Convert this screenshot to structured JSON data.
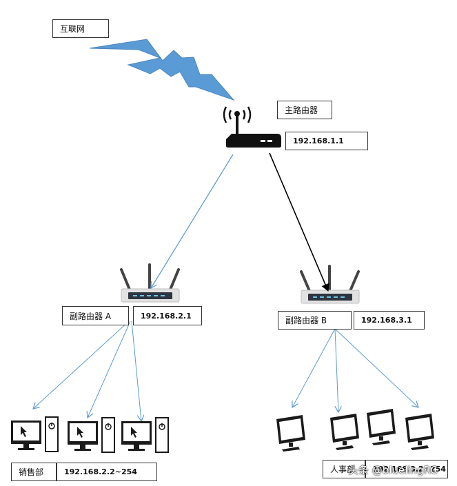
{
  "internet": {
    "label": "互联网"
  },
  "main_router": {
    "label": "主路由器",
    "ip": "192.168.1.1"
  },
  "sub_router_a": {
    "label": "副路由器 A",
    "ip": "192.168.2.1"
  },
  "sub_router_b": {
    "label": "副路由器 B",
    "ip": "192.168.3.1"
  },
  "sales": {
    "label": "销售部",
    "ip_range": "192.168.2.2~254"
  },
  "hr": {
    "label": "人事部",
    "ip_range": "192.168.3.2~254"
  },
  "watermark": "头条 @bluelingRC",
  "colors": {
    "lightning": "#5b9bd5",
    "link_blue": "#5b9bd5",
    "link_black": "#000000",
    "device": "#1a1a1a",
    "router_body": "#e2e2e2"
  }
}
